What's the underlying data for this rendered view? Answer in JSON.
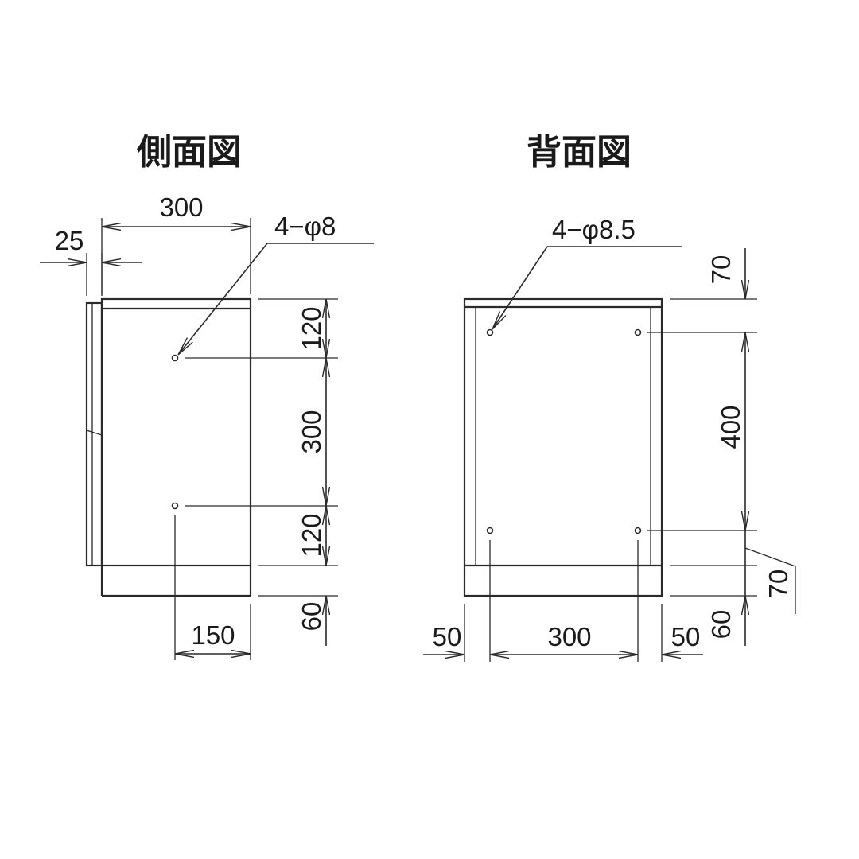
{
  "side_view": {
    "title": "側面図",
    "hole_note": "4−φ8",
    "dims": {
      "depth": "300",
      "front_panel": "25",
      "top_offset": "120",
      "hole_spacing": "300",
      "bottom_offset": "120",
      "base_height": "60",
      "hole_depth": "150"
    }
  },
  "back_view": {
    "title": "背面図",
    "hole_note": "4−φ8.5",
    "dims": {
      "top_offset": "70",
      "hole_spacing_vertical": "400",
      "bottom_offset": "70",
      "base_height": "60",
      "left_margin": "50",
      "hole_spacing_horizontal": "300",
      "right_margin": "50"
    }
  }
}
